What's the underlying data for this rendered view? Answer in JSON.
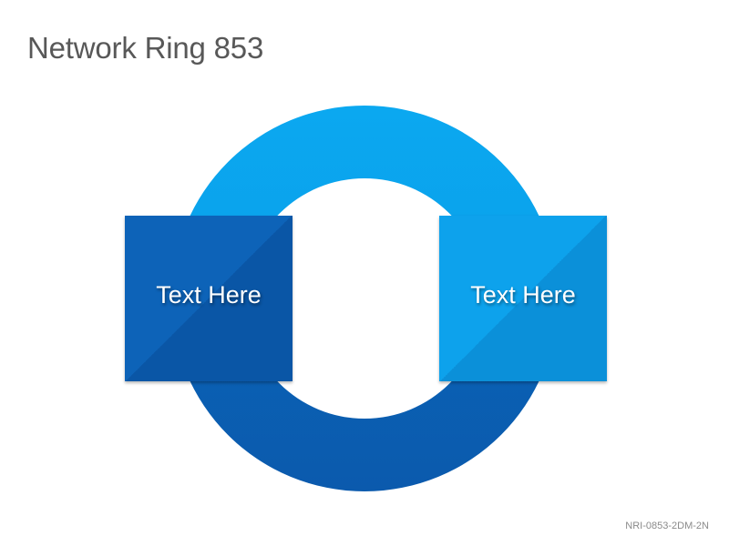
{
  "title": "Network Ring 853",
  "nodes": [
    {
      "label": "Text Here",
      "color": "#0d63b8"
    },
    {
      "label": "Text Here",
      "color": "#0da2ec"
    }
  ],
  "ring": {
    "top_color": "#0ba5ee",
    "bottom_color": "#0c5fb2"
  },
  "footer_code": "NRI-0853-2DM-2N"
}
